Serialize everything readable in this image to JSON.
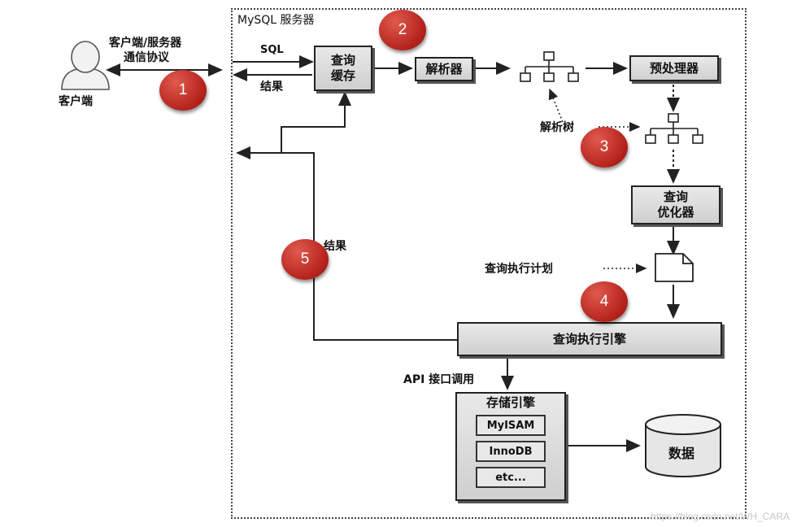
{
  "client": {
    "label": "客户端",
    "protocol_line1": "客户端/服务器",
    "protocol_line2": "通信协议"
  },
  "server": {
    "title": "MySQL 服务器"
  },
  "flow": {
    "sql_label": "SQL",
    "result_label_top": "结果",
    "result_label_left": "结果",
    "api_label": "API 接口调用",
    "parse_tree_label": "解析树",
    "plan_label": "查询执行计划"
  },
  "boxes": {
    "query_cache_line1": "查询",
    "query_cache_line2": "缓存",
    "parser": "解析器",
    "preprocessor": "预处理器",
    "optimizer_line1": "查询",
    "optimizer_line2": "优化器",
    "execution_engine": "查询执行引擎"
  },
  "storage": {
    "title": "存储引擎",
    "engines": [
      "MyISAM",
      "InnoDB",
      "etc..."
    ]
  },
  "data_store": {
    "label": "数据"
  },
  "badges": [
    "1",
    "2",
    "3",
    "4",
    "5"
  ],
  "watermark": "https://blog.csdn.net/WH_CARA"
}
